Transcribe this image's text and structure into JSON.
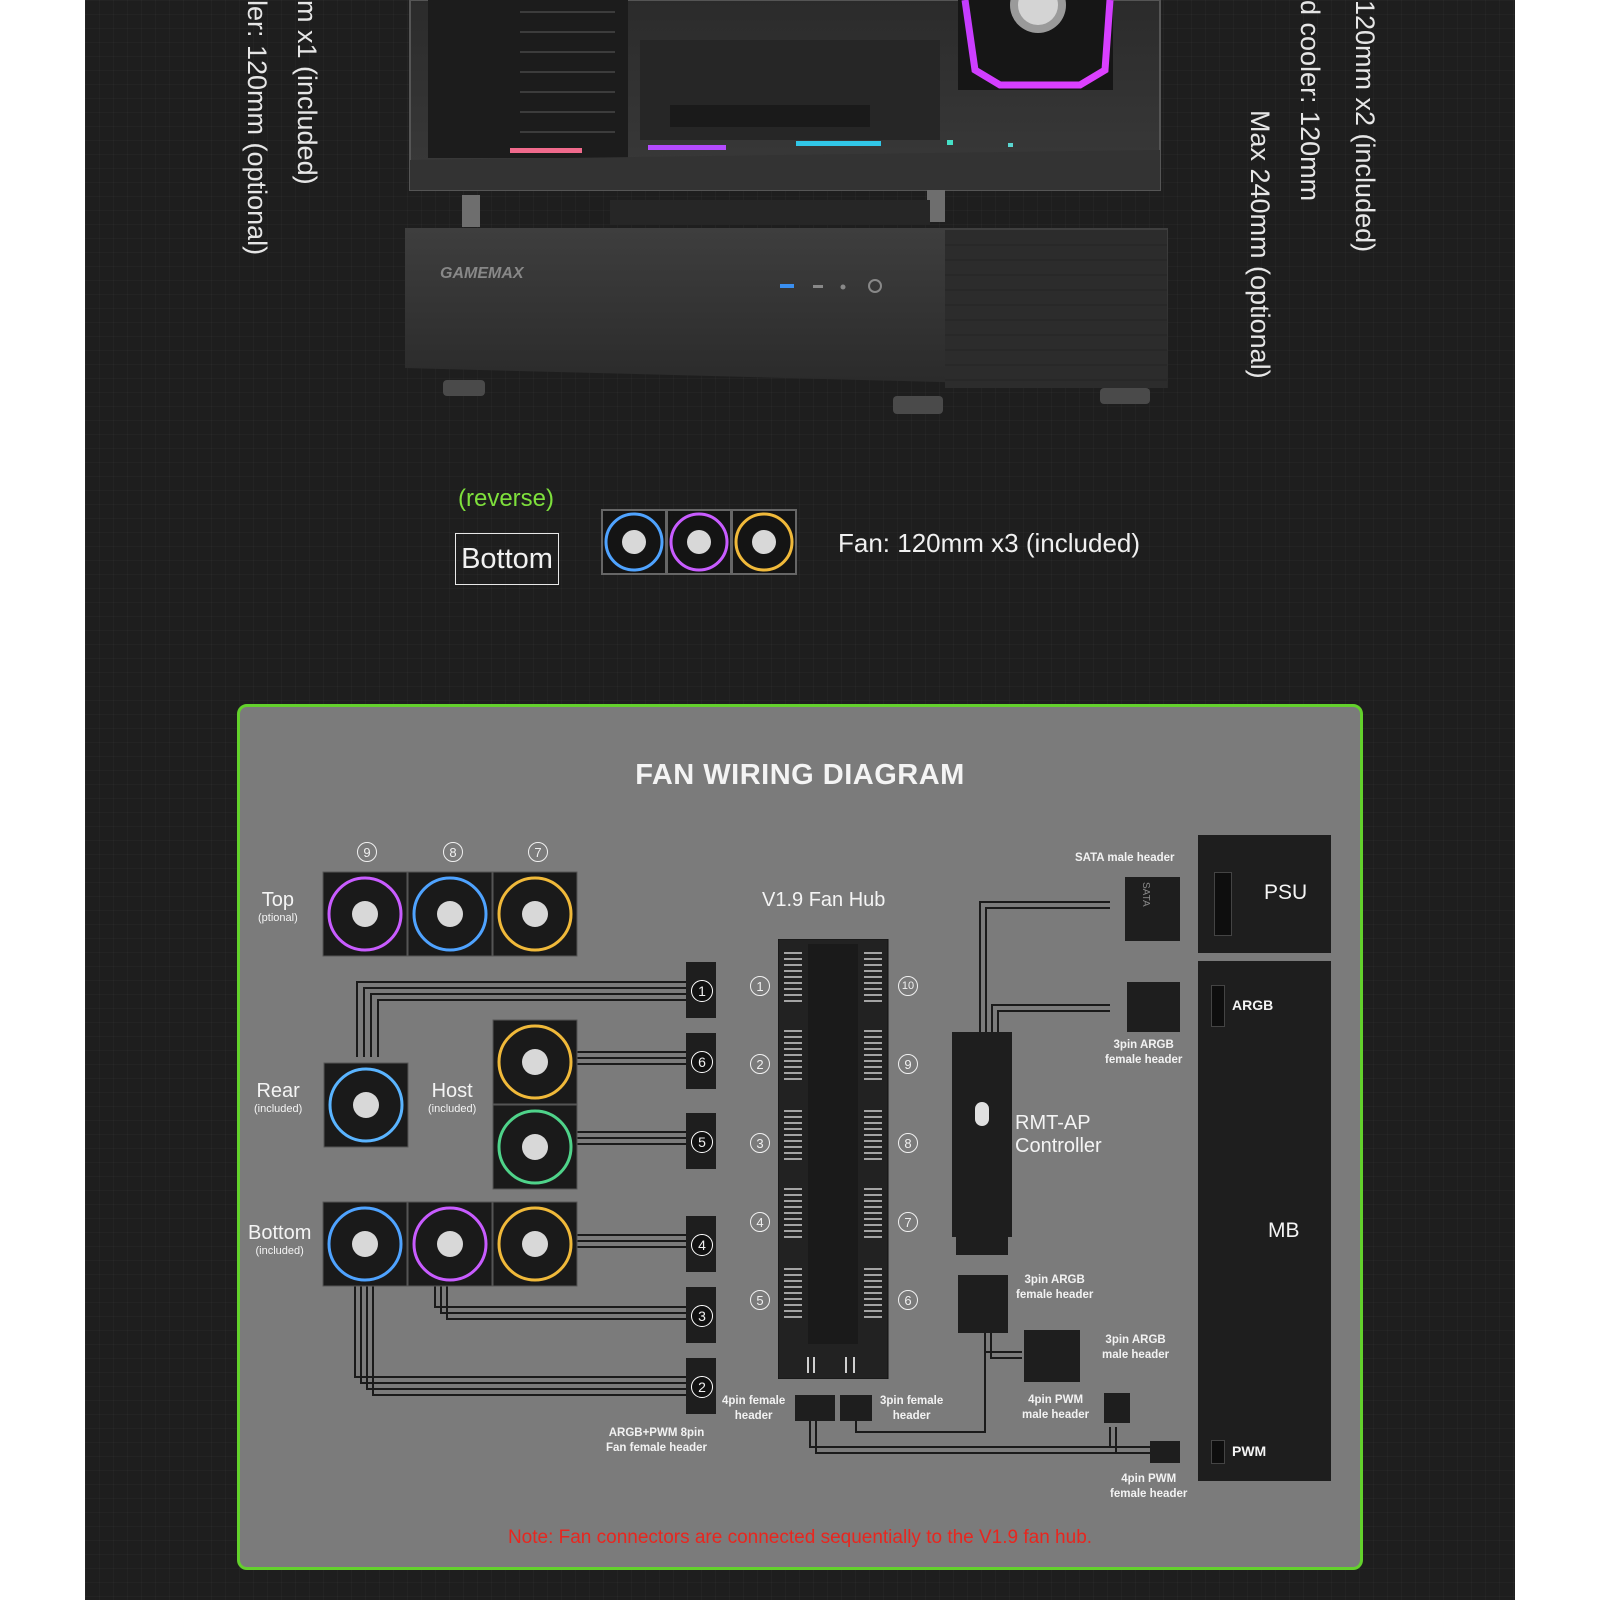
{
  "top_section": {
    "left_text_1": "m x1 (included)",
    "left_text_2": "ler: 120mm (optional)",
    "right_text_1": "120mm x2 (included)",
    "right_text_2": "d cooler: 120mm",
    "right_text_3": "Max 240mm (optional)",
    "case_logo": "GAMEMAX"
  },
  "bottom_fans": {
    "reverse_label": "(reverse)",
    "position_label": "Bottom",
    "description": "Fan: 120mm x3 (included)"
  },
  "diagram": {
    "title": "FAN WIRING DIAGRAM",
    "groups": {
      "top": {
        "label": "Top",
        "sub": "(ptional)"
      },
      "rear": {
        "label": "Rear",
        "sub": "(included)"
      },
      "host": {
        "label": "Host",
        "sub": "(included)"
      },
      "bottom": {
        "label": "Bottom",
        "sub": "(included)"
      }
    },
    "top_fan_numbers": [
      "9",
      "8",
      "7"
    ],
    "connector_numbers": [
      "1",
      "6",
      "5",
      "4",
      "3",
      "2"
    ],
    "hub": {
      "title": "V1.9 Fan Hub",
      "left_ports": [
        "1",
        "2",
        "3",
        "4",
        "5"
      ],
      "right_ports": [
        "10",
        "9",
        "8",
        "7",
        "6"
      ]
    },
    "controller": {
      "line1": "RMT-AP",
      "line2": "Controller"
    },
    "labels": {
      "sata_male": "SATA male header",
      "argb_female_1a": "3pin ARGB",
      "argb_female_1b": "female header",
      "argb_female_2a": "3pin ARGB",
      "argb_female_2b": "female header",
      "argb_male_a": "3pin ARGB",
      "argb_male_b": "male header",
      "pwm_male_a": "4pin PWM",
      "pwm_male_b": "male header",
      "pwm_female_a": "4pin PWM",
      "pwm_female_b": "female header",
      "hub_4pin_a": "4pin female",
      "hub_4pin_b": "header",
      "hub_3pin_a": "3pin female",
      "hub_3pin_b": "header",
      "fan_8pin_a": "ARGB+PWM 8pin",
      "fan_8pin_b": "Fan female header",
      "sata_plug": "SATA"
    },
    "psu": "PSU",
    "mb": "MB",
    "mb_argb": "ARGB",
    "mb_pwm": "PWM",
    "note": "Note: Fan connectors are connected sequentially to the V1.9 fan hub."
  },
  "colors": {
    "accent_green": "#63d12c",
    "reverse_green": "#7ee03c",
    "note_red": "#e8261f",
    "panel_bg": "#1e1e1e",
    "diagram_bg": "#7b7b7b"
  }
}
